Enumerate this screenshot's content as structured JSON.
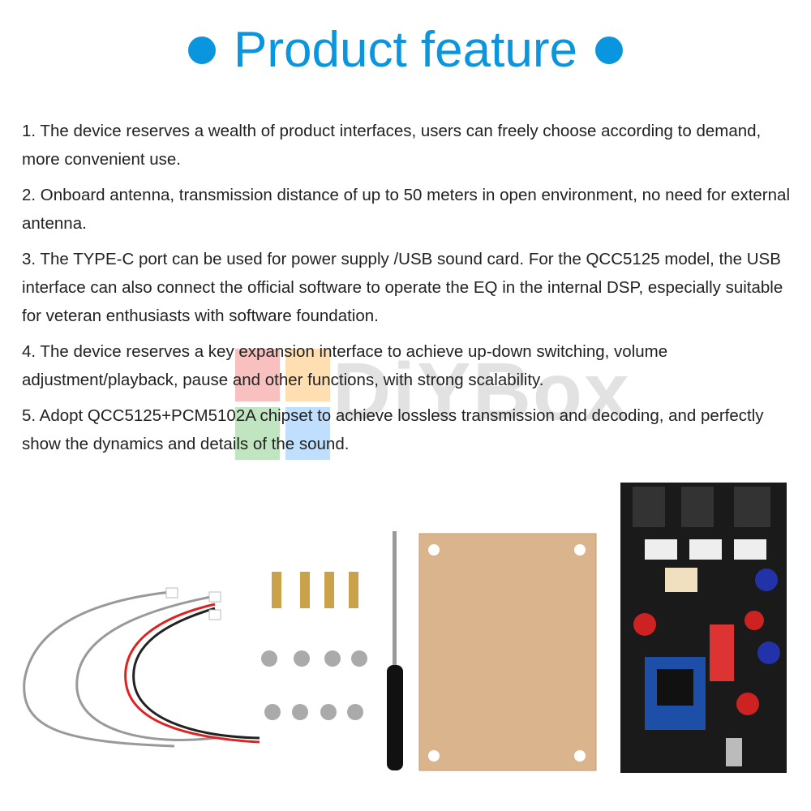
{
  "title": "Product feature",
  "features": [
    "1.  The device reserves a wealth of product interfaces, users can freely choose according to demand, more convenient use.",
    "2.  Onboard antenna, transmission distance of up to 50 meters in open environment, no need for external antenna.",
    "3.  The TYPE-C port can be used for power supply /USB sound card. For the QCC5125 model, the USB interface can also connect the official software to operate the EQ in the internal DSP, especially suitable for veteran enthusiasts with software foundation.",
    "4.  The device reserves a key expansion interface to achieve up-down switching, volume adjustment/playback, pause and other functions, with strong scalability.",
    "5.  Adopt QCC5125+PCM5102A chipset to achieve lossless transmission and decoding, and perfectly show the dynamics and details of the sound."
  ],
  "watermark": "DIYBox",
  "colors": {
    "accent": "#0a96de",
    "text": "#222222",
    "pcb": "#1a1a1a",
    "acrylic": "#d9b48c"
  }
}
